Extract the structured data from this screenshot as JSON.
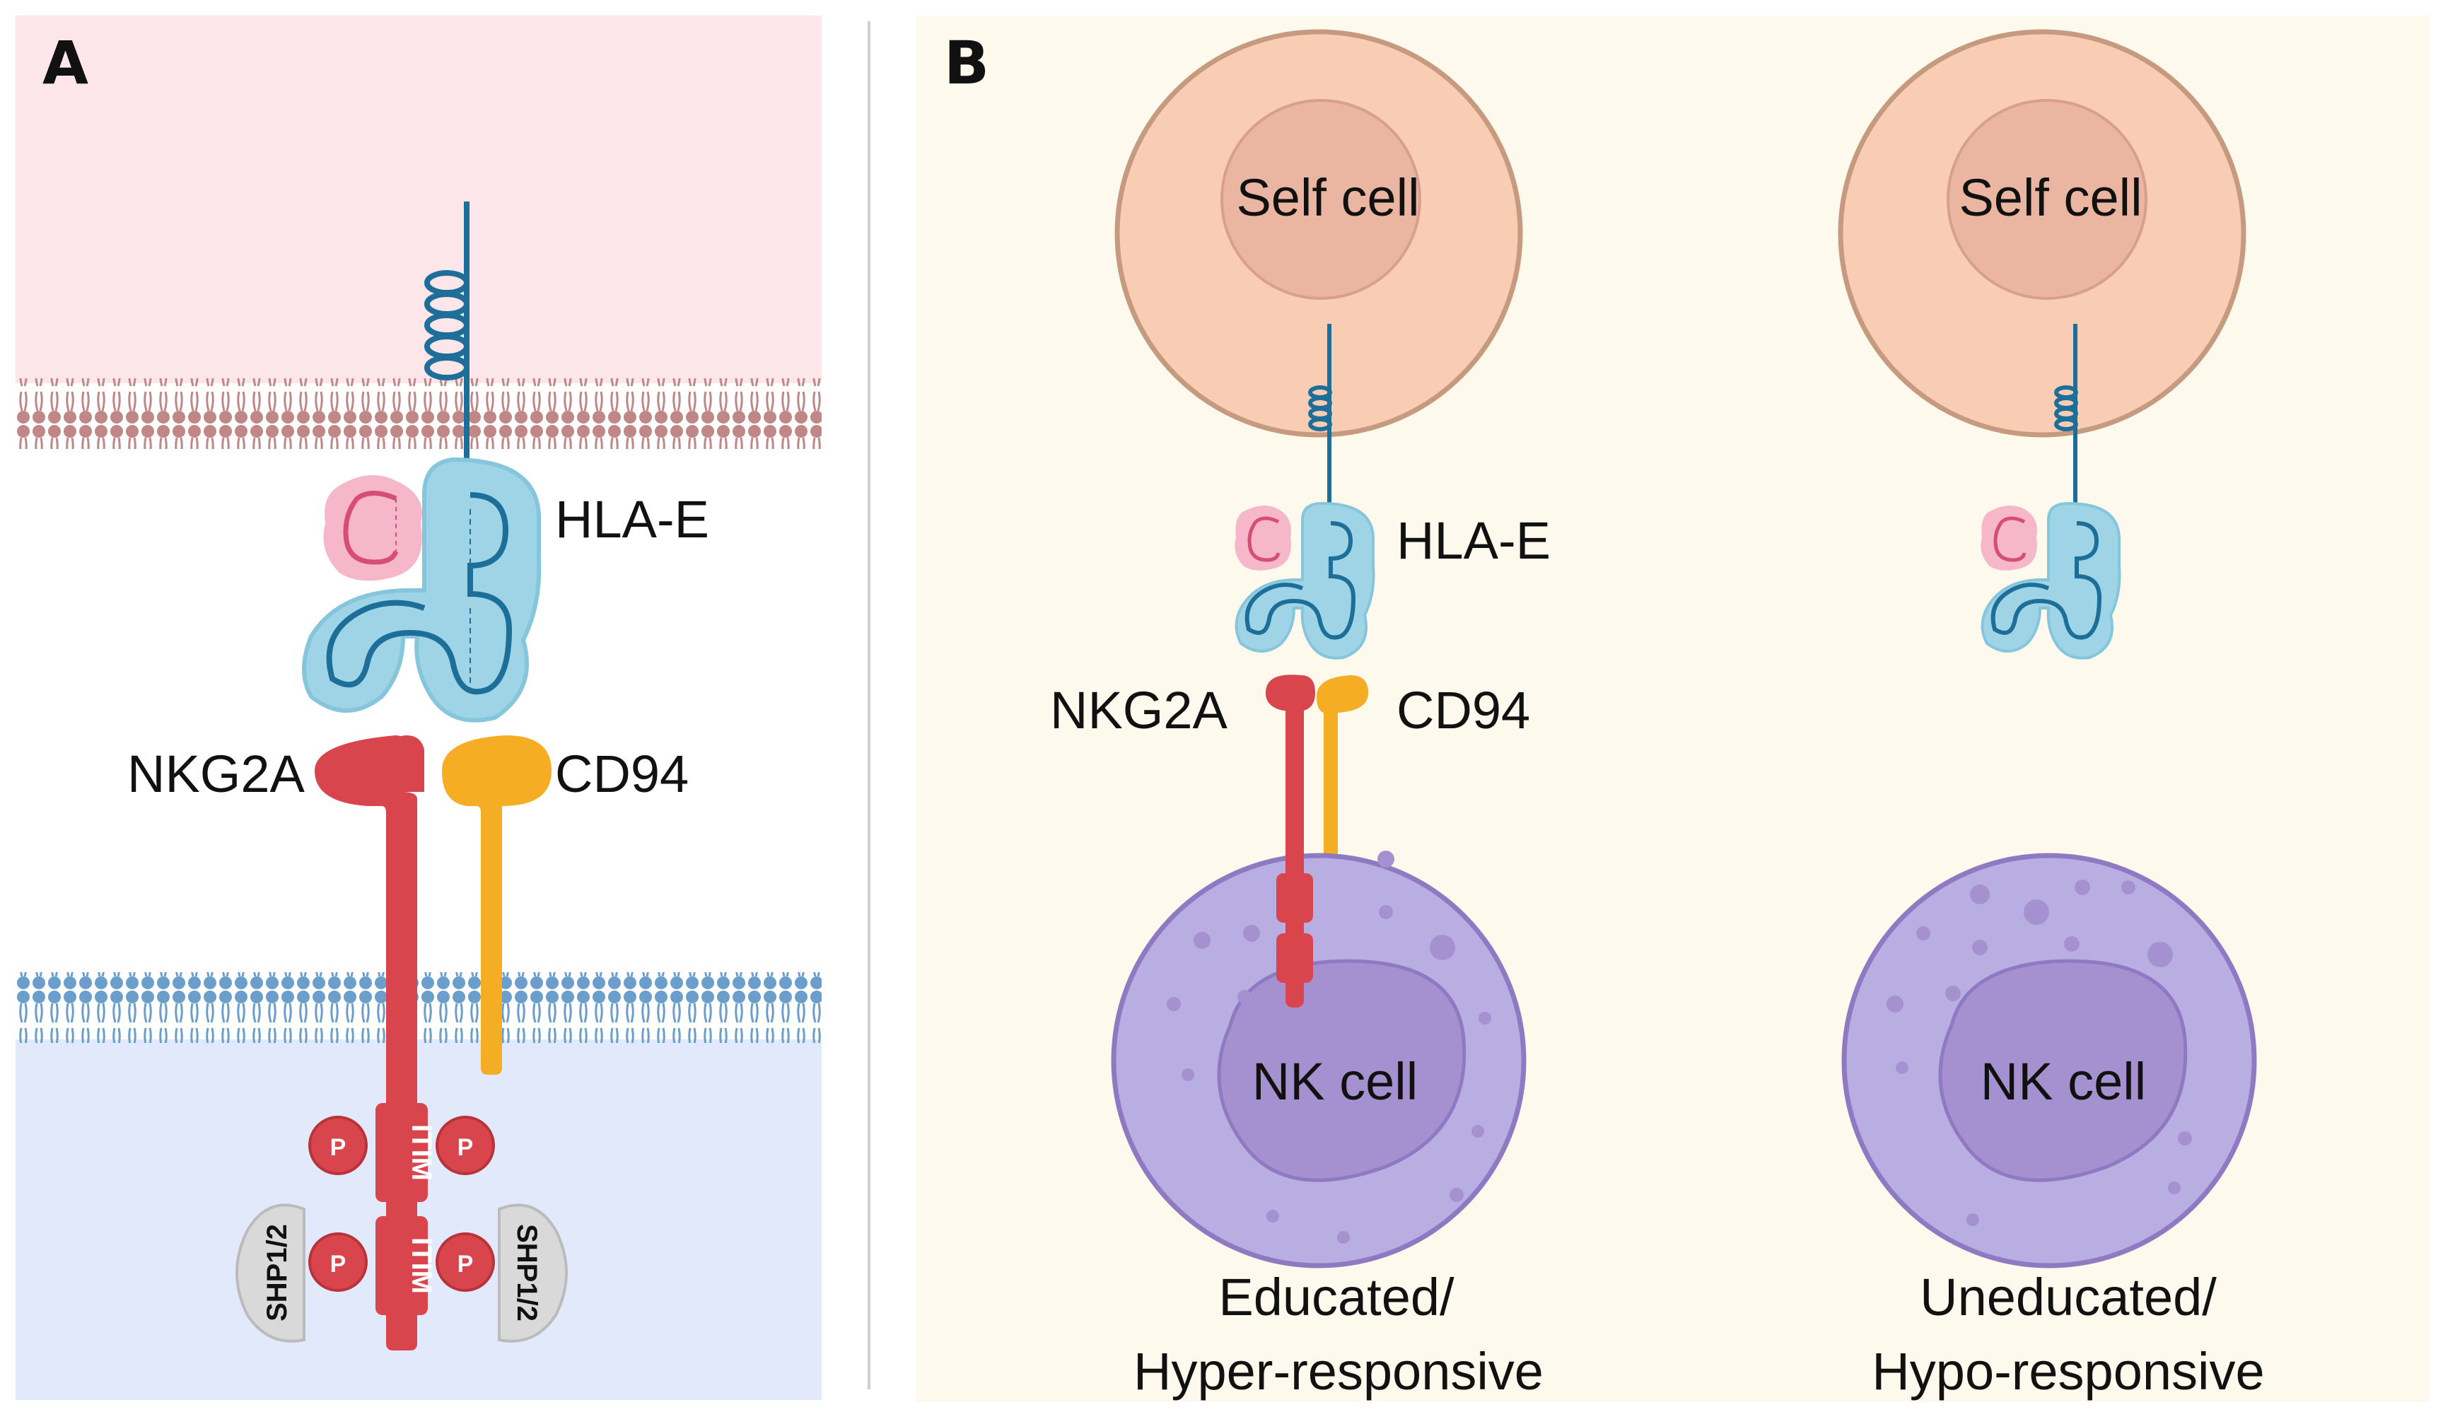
{
  "panel_a": {
    "letter": "A",
    "ligand_label": "HLA-E",
    "receptor_left_label": "NKG2A",
    "receptor_right_label": "CD94",
    "motif_upper": "ITIM",
    "motif_lower": "ITIM",
    "phospho": "P",
    "phosphatase_left": "SHP1/2",
    "phosphatase_right": "SHP1/2"
  },
  "panel_b": {
    "letter": "B",
    "left": {
      "target_label": "Self cell",
      "ligand_label": "HLA-E",
      "receptor_left_label": "NKG2A",
      "receptor_right_label": "CD94",
      "effector_label": "NK cell",
      "caption_line1": "Educated/",
      "caption_line2": "Hyper-responsive"
    },
    "right": {
      "target_label": "Self cell",
      "effector_label": "NK cell",
      "caption_line1": "Uneducated/",
      "caption_line2": "Hypo-responsive"
    }
  },
  "colors": {
    "extracellular_bg": "#fde6ea",
    "intracellular_bg": "#e1e9fa",
    "panel_b_bg": "#fdf9ec",
    "hla_blue": "#9fd4e6",
    "hla_line": "#1d6f9a",
    "b2m_pink": "#f5b7c9",
    "b2m_line": "#d64d75",
    "nkg2a_red": "#d9454c",
    "cd94_orange": "#f5ad24",
    "self_cell": "#f8cdb4",
    "nk_cell": "#b8aee2",
    "nk_nucleus": "#a591cf"
  }
}
